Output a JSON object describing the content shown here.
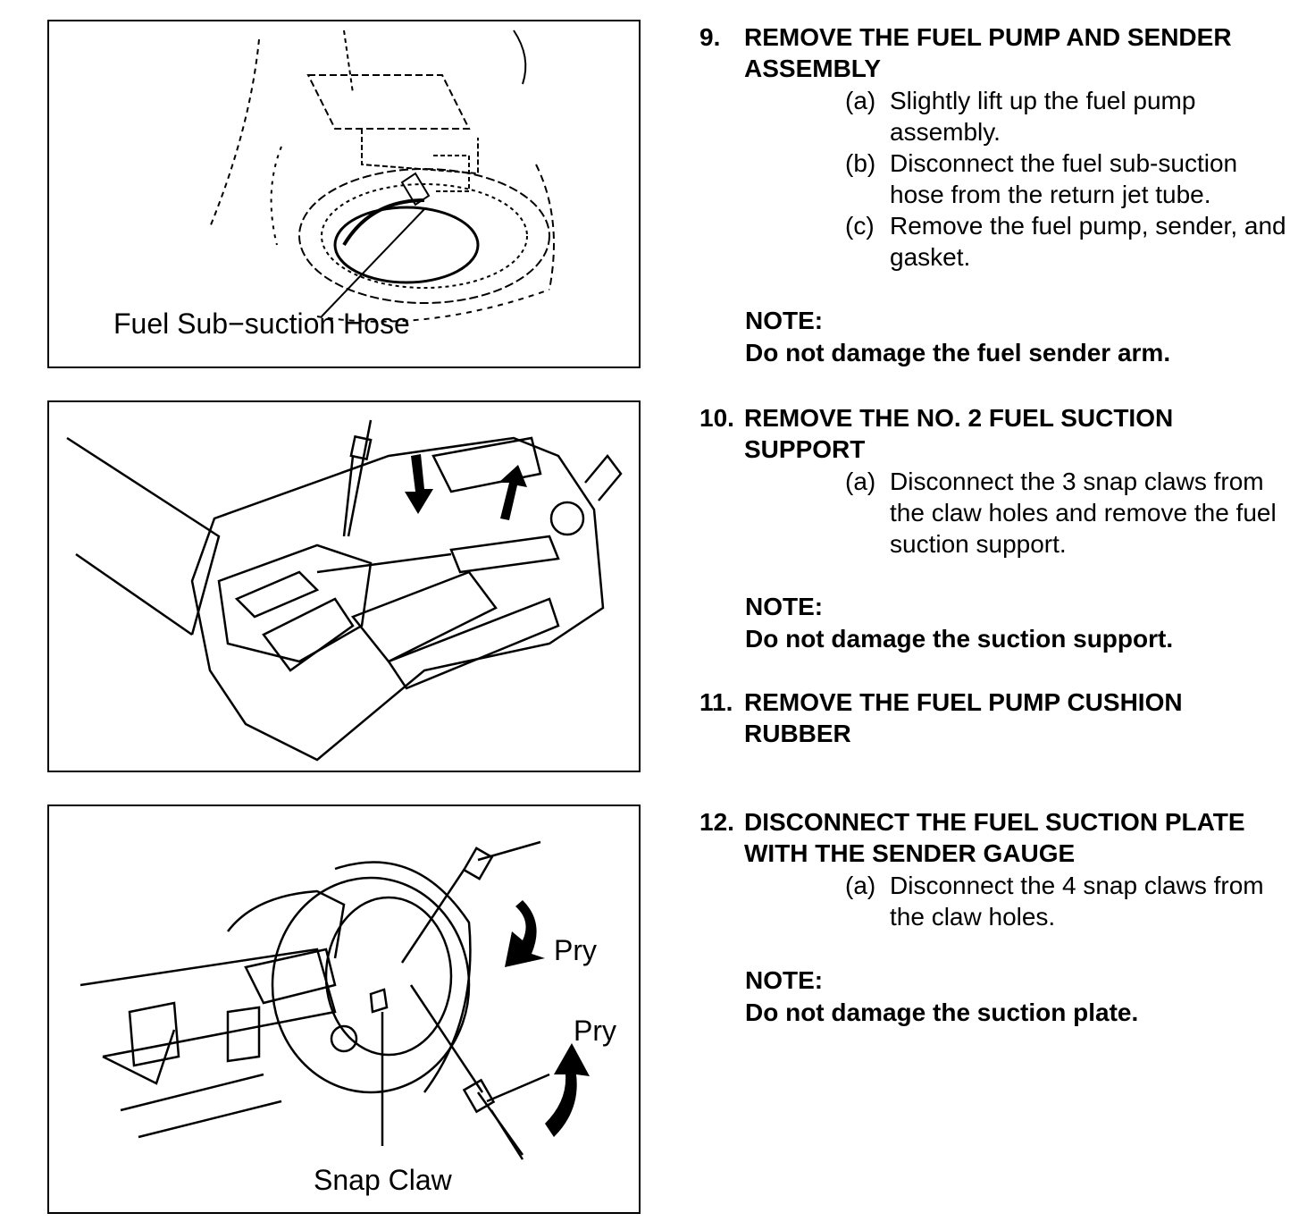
{
  "figures": {
    "fig1": {
      "label": "Fuel Sub−suction Hose"
    },
    "fig2": {},
    "fig3": {
      "label_pry_top": "Pry",
      "label_pry_bottom": "Pry",
      "label_snap_claw": "Snap Claw"
    }
  },
  "steps": [
    {
      "number": "9.",
      "title": "REMOVE THE FUEL PUMP AND SENDER ASSEMBLY",
      "substeps": [
        {
          "letter": "(a)",
          "text": "Slightly lift up the fuel pump assembly."
        },
        {
          "letter": "(b)",
          "text": "Disconnect the fuel sub-suction hose from the return jet tube."
        },
        {
          "letter": "(c)",
          "text": "Remove the fuel pump, sender, and gasket."
        }
      ],
      "note_label": "NOTE:",
      "note_text": "Do not damage the fuel sender arm."
    },
    {
      "number": "10.",
      "title": "REMOVE THE NO. 2 FUEL SUCTION SUPPORT",
      "substeps": [
        {
          "letter": "(a)",
          "text": "Disconnect the 3 snap claws from the claw holes and remove the fuel suction support."
        }
      ],
      "note_label": "NOTE:",
      "note_text": "Do not damage the suction support."
    },
    {
      "number": "11.",
      "title": "REMOVE THE FUEL PUMP CUSHION RUBBER"
    },
    {
      "number": "12.",
      "title": "DISCONNECT THE FUEL SUCTION PLATE WITH THE SENDER GAUGE",
      "substeps": [
        {
          "letter": "(a)",
          "text": "Disconnect the 4 snap claws from the claw holes."
        }
      ],
      "note_label": "NOTE:",
      "note_text": "Do not damage the suction plate."
    }
  ]
}
